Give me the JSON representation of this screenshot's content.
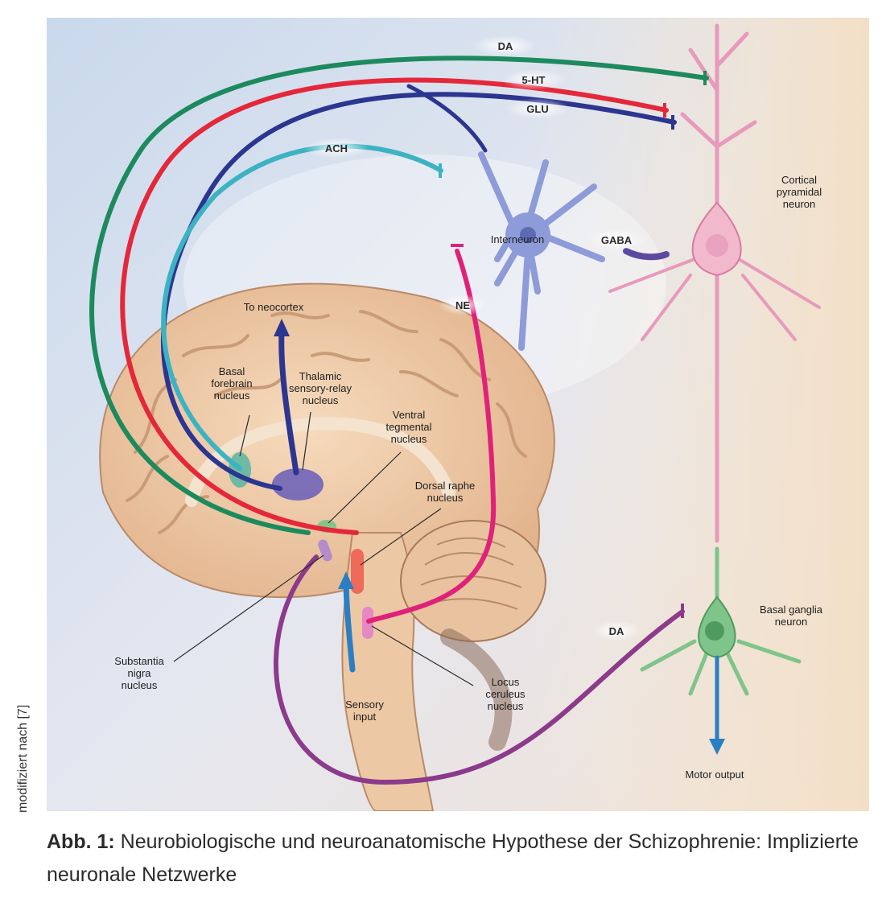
{
  "figure": {
    "side_credit": "modifiziert nach [7]",
    "caption": {
      "label": "Abb. 1:",
      "text": "Neurobiologische und neuroanatomische Hypothese der Schizophrenie: Implizierte neuronale Netzwerke"
    },
    "pathway_labels": {
      "da_top": "DA",
      "ht5": "5-HT",
      "glu": "GLU",
      "ach": "ACH",
      "ne": "NE",
      "gaba": "GABA",
      "da_bottom": "DA"
    },
    "structure_labels": {
      "to_neocortex": "To neocortex",
      "basal_forebrain": "Basal\nforebrain\nnucleus",
      "thalamic": "Thalamic\nsensory-relay\nnucleus",
      "ventral_tegmental": "Ventral\ntegmental\nnucleus",
      "dorsal_raphe": "Dorsal raphe\nnucleus",
      "substantia_nigra": "Substantia\nnigra\nnucleus",
      "sensory_input": "Sensory\ninput",
      "locus_ceruleus": "Locus\nceruleus\nnucleus",
      "interneuron": "Interneuron",
      "cortical_pyramidal": "Cortical\npyramidal\nneuron",
      "basal_ganglia": "Basal ganglia\nneuron",
      "motor_output": "Motor output"
    },
    "colors": {
      "da": "#1d8a5e",
      "ht5": "#e4283a",
      "glu": "#2c3590",
      "ach": "#3bb3c2",
      "ne": "#e0217a",
      "da_low": "#8c3a8c",
      "sensory": "#2a7fc4"
    }
  }
}
